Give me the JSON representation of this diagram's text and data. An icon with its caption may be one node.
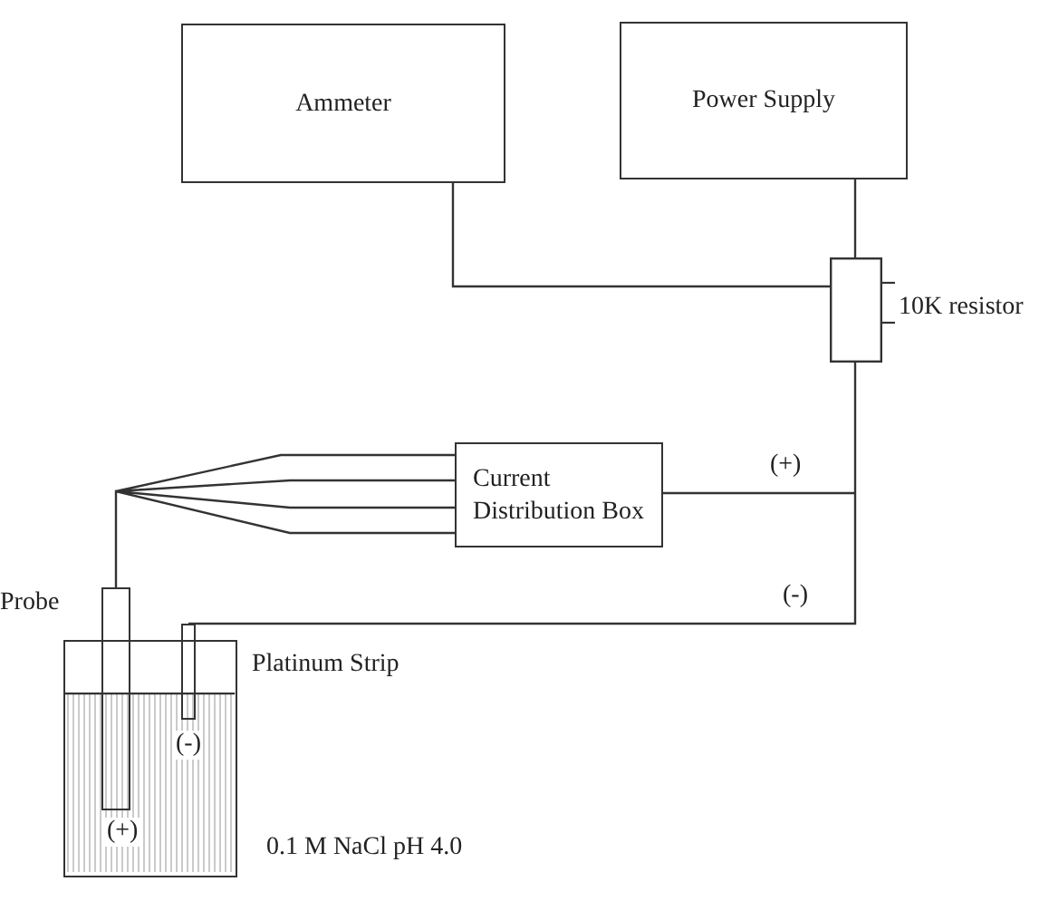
{
  "diagram": {
    "nodes": [
      {
        "text": [
          "Ammeter"
        ]
      },
      {
        "text": [
          "Power Supply"
        ]
      },
      {
        "text": [],
        "shape": "box",
        "beside": [
          "10K resistor"
        ]
      },
      {
        "text": [
          "Current Distribution Box"
        ]
      },
      {
        "text": [],
        "shape": "bar",
        "beside": [
          "Probe",
          "(+)"
        ]
      },
      {
        "text": [],
        "shape": "bar",
        "beside": [
          "(-)"
        ]
      },
      {
        "text": [],
        "shape": "beaker",
        "beside": [
          "0.1 M NaCl pH 4.0"
        ]
      }
    ],
    "edges": [
      {
        "from": 0,
        "to": 2,
        "arrow": "none"
      },
      {
        "from": 1,
        "to": 2,
        "arrow": "none"
      },
      {
        "from": 2,
        "to": 3,
        "arrow": "none",
        "label": "(+)"
      },
      {
        "from": 2,
        "to": 5,
        "arrow": "none",
        "label": "(-)"
      },
      {
        "from": 3,
        "to": 4,
        "arrow": "none"
      }
    ],
    "labels": [
      "Platinum Strip"
    ]
  }
}
